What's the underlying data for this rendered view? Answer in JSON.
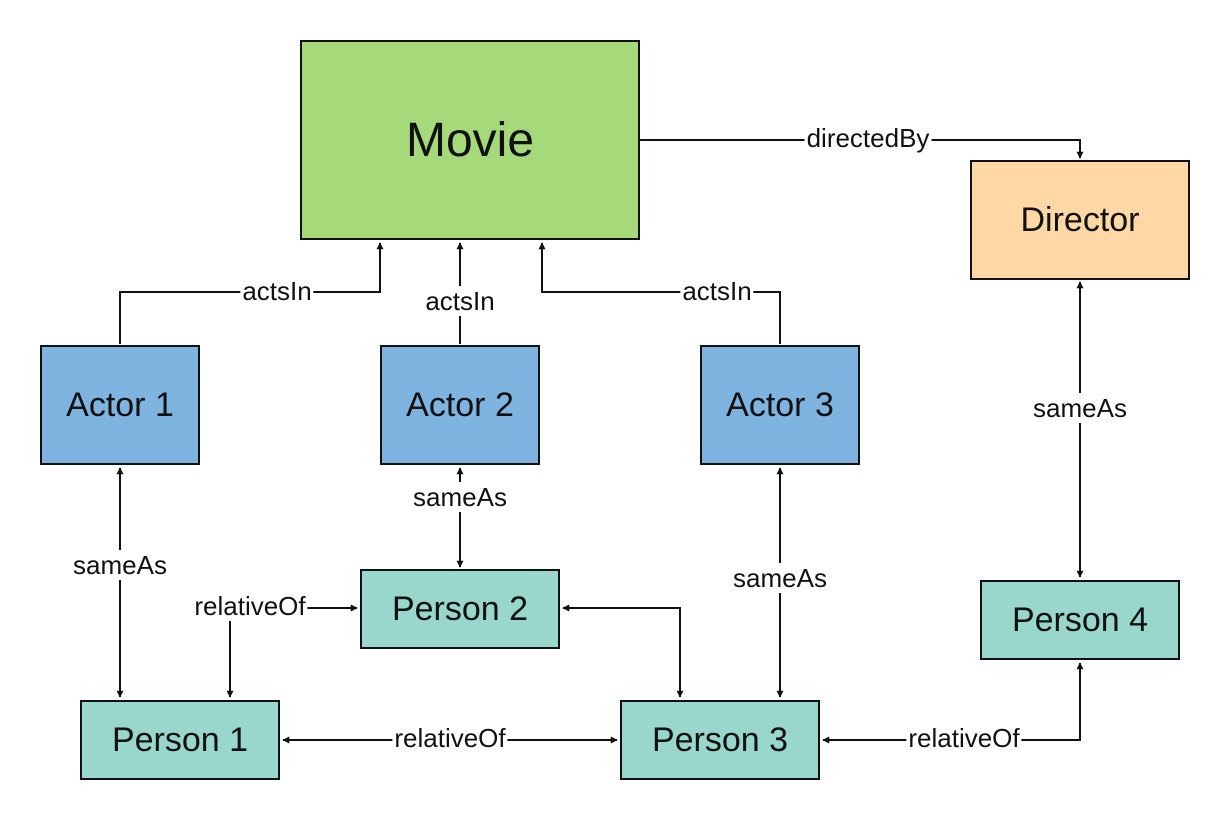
{
  "colors": {
    "movie": "#a5d97a",
    "director": "#ffd8a6",
    "actor": "#7fb3e0",
    "person": "#99d6cb",
    "line": "#111111"
  },
  "nodes": {
    "movie": "Movie",
    "director": "Director",
    "actor1": "Actor 1",
    "actor2": "Actor 2",
    "actor3": "Actor 3",
    "person1": "Person 1",
    "person2": "Person 2",
    "person3": "Person 3",
    "person4": "Person 4"
  },
  "edges": {
    "directed_by": "directedBy",
    "acts_in_1": "actsIn",
    "acts_in_2": "actsIn",
    "acts_in_3": "actsIn",
    "same_as_actor1_person1": "sameAs",
    "same_as_actor2_person2": "sameAs",
    "same_as_actor3_person3": "sameAs",
    "same_as_director_person4": "sameAs",
    "relative_of_person1_person2": "relativeOf",
    "relative_of_person1_person3": "relativeOf",
    "relative_of_person3_person4": "relativeOf"
  }
}
